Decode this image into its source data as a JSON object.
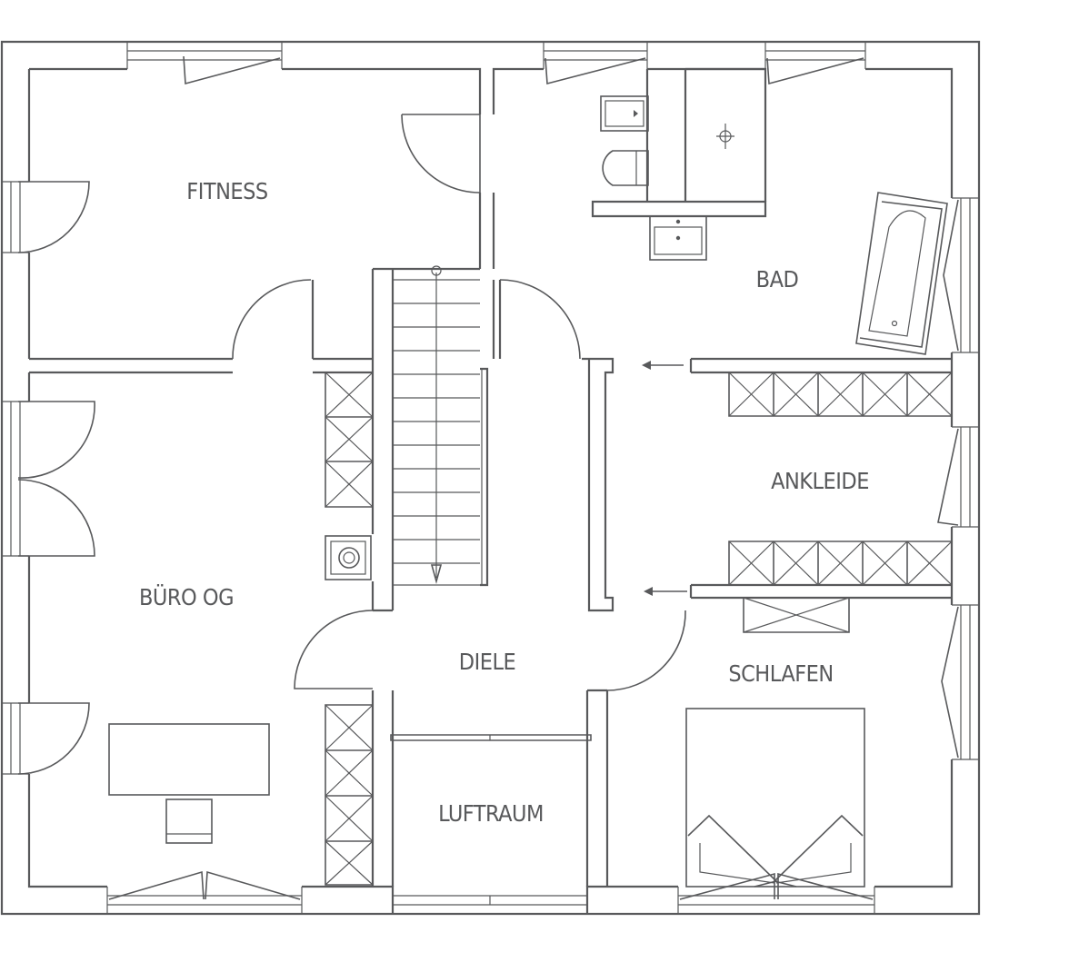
{
  "plan": {
    "rooms": {
      "fitness": "FITNESS",
      "bad": "BAD",
      "buero": "BÜRO OG",
      "ankleide": "ANKLEIDE",
      "diele": "DIELE",
      "schlafen": "SCHLAFEN",
      "luftraum": "LUFTRAUM"
    }
  }
}
